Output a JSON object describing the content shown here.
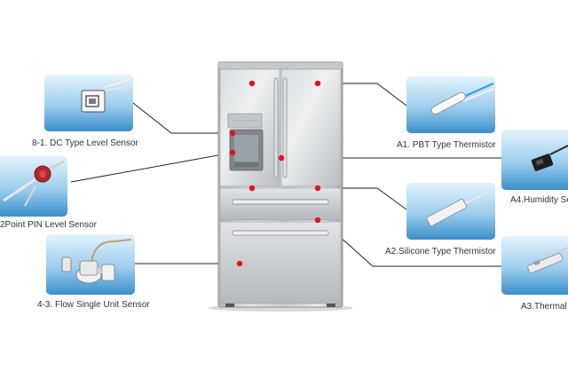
{
  "labels": {
    "dc_sensor": "8-1. DC Type Level Sensor",
    "pin_sensor": "2Point PIN Level Sensor",
    "flow_sensor": "4-3. Flow Single Unit Sensor",
    "pbt_thermistor": "A1. PBT Type Thermistor",
    "silicone_thermistor": "A2.Silicone Type Thermistor",
    "humidity_sensor": "A4.Humidity Se",
    "thermal": "A3.Thermal"
  },
  "colors": {
    "tile_top": "#d7edf9",
    "tile_bottom": "#3d94cf",
    "marker": "#e0141e",
    "line": "#222222",
    "steel_light": "#e4e6e8",
    "steel_dark": "#a9adb1"
  }
}
